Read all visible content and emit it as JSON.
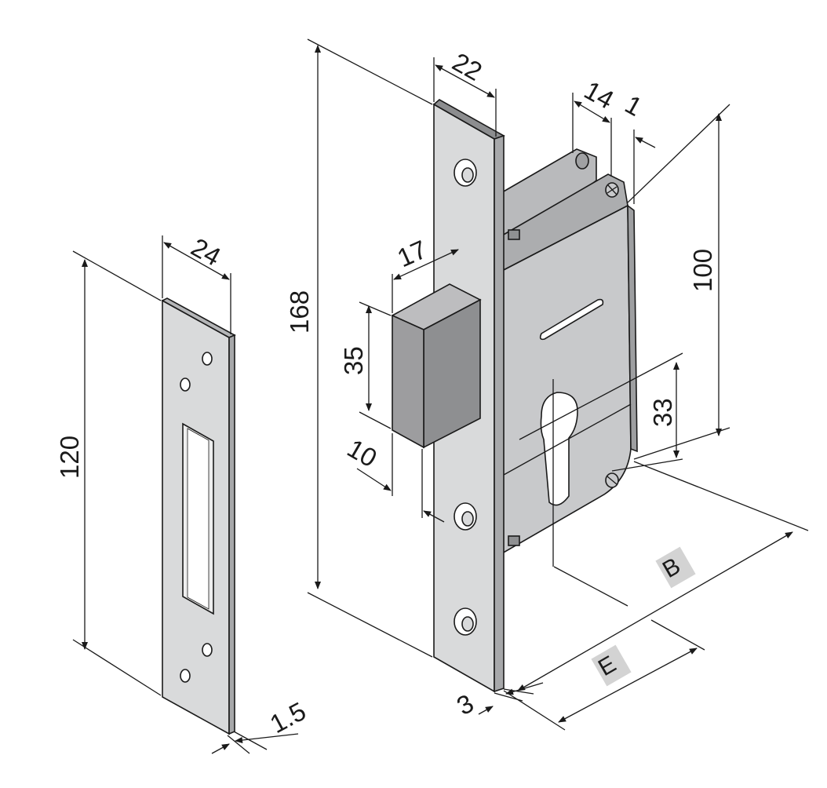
{
  "colors": {
    "line": "#1a1a1a",
    "plate_face": "#d9dadb",
    "plate_edge": "#a7a8aa",
    "body_face": "#c8c9cb",
    "body_dark": "#9e9fa1",
    "bolt_front": "#9d9d9f",
    "bolt_top": "#bdbdbf",
    "label_bg": "#d3d3d3"
  },
  "strike_plate": {
    "width_label": "24",
    "height_label": "120",
    "thickness_label": "1.5"
  },
  "lock_body": {
    "faceplate_width_label": "22",
    "faceplate_height_label": "168",
    "faceplate_offset_label": "3",
    "case_depth_label": "14",
    "cover_label": "1",
    "case_height_label": "100",
    "cylinder_offset_label": "33"
  },
  "latch_bolt": {
    "projection_label": "17",
    "height_label": "35",
    "width_label": "10"
  },
  "variable_dimensions": {
    "backset_label": "B",
    "entrance_label": "E"
  }
}
